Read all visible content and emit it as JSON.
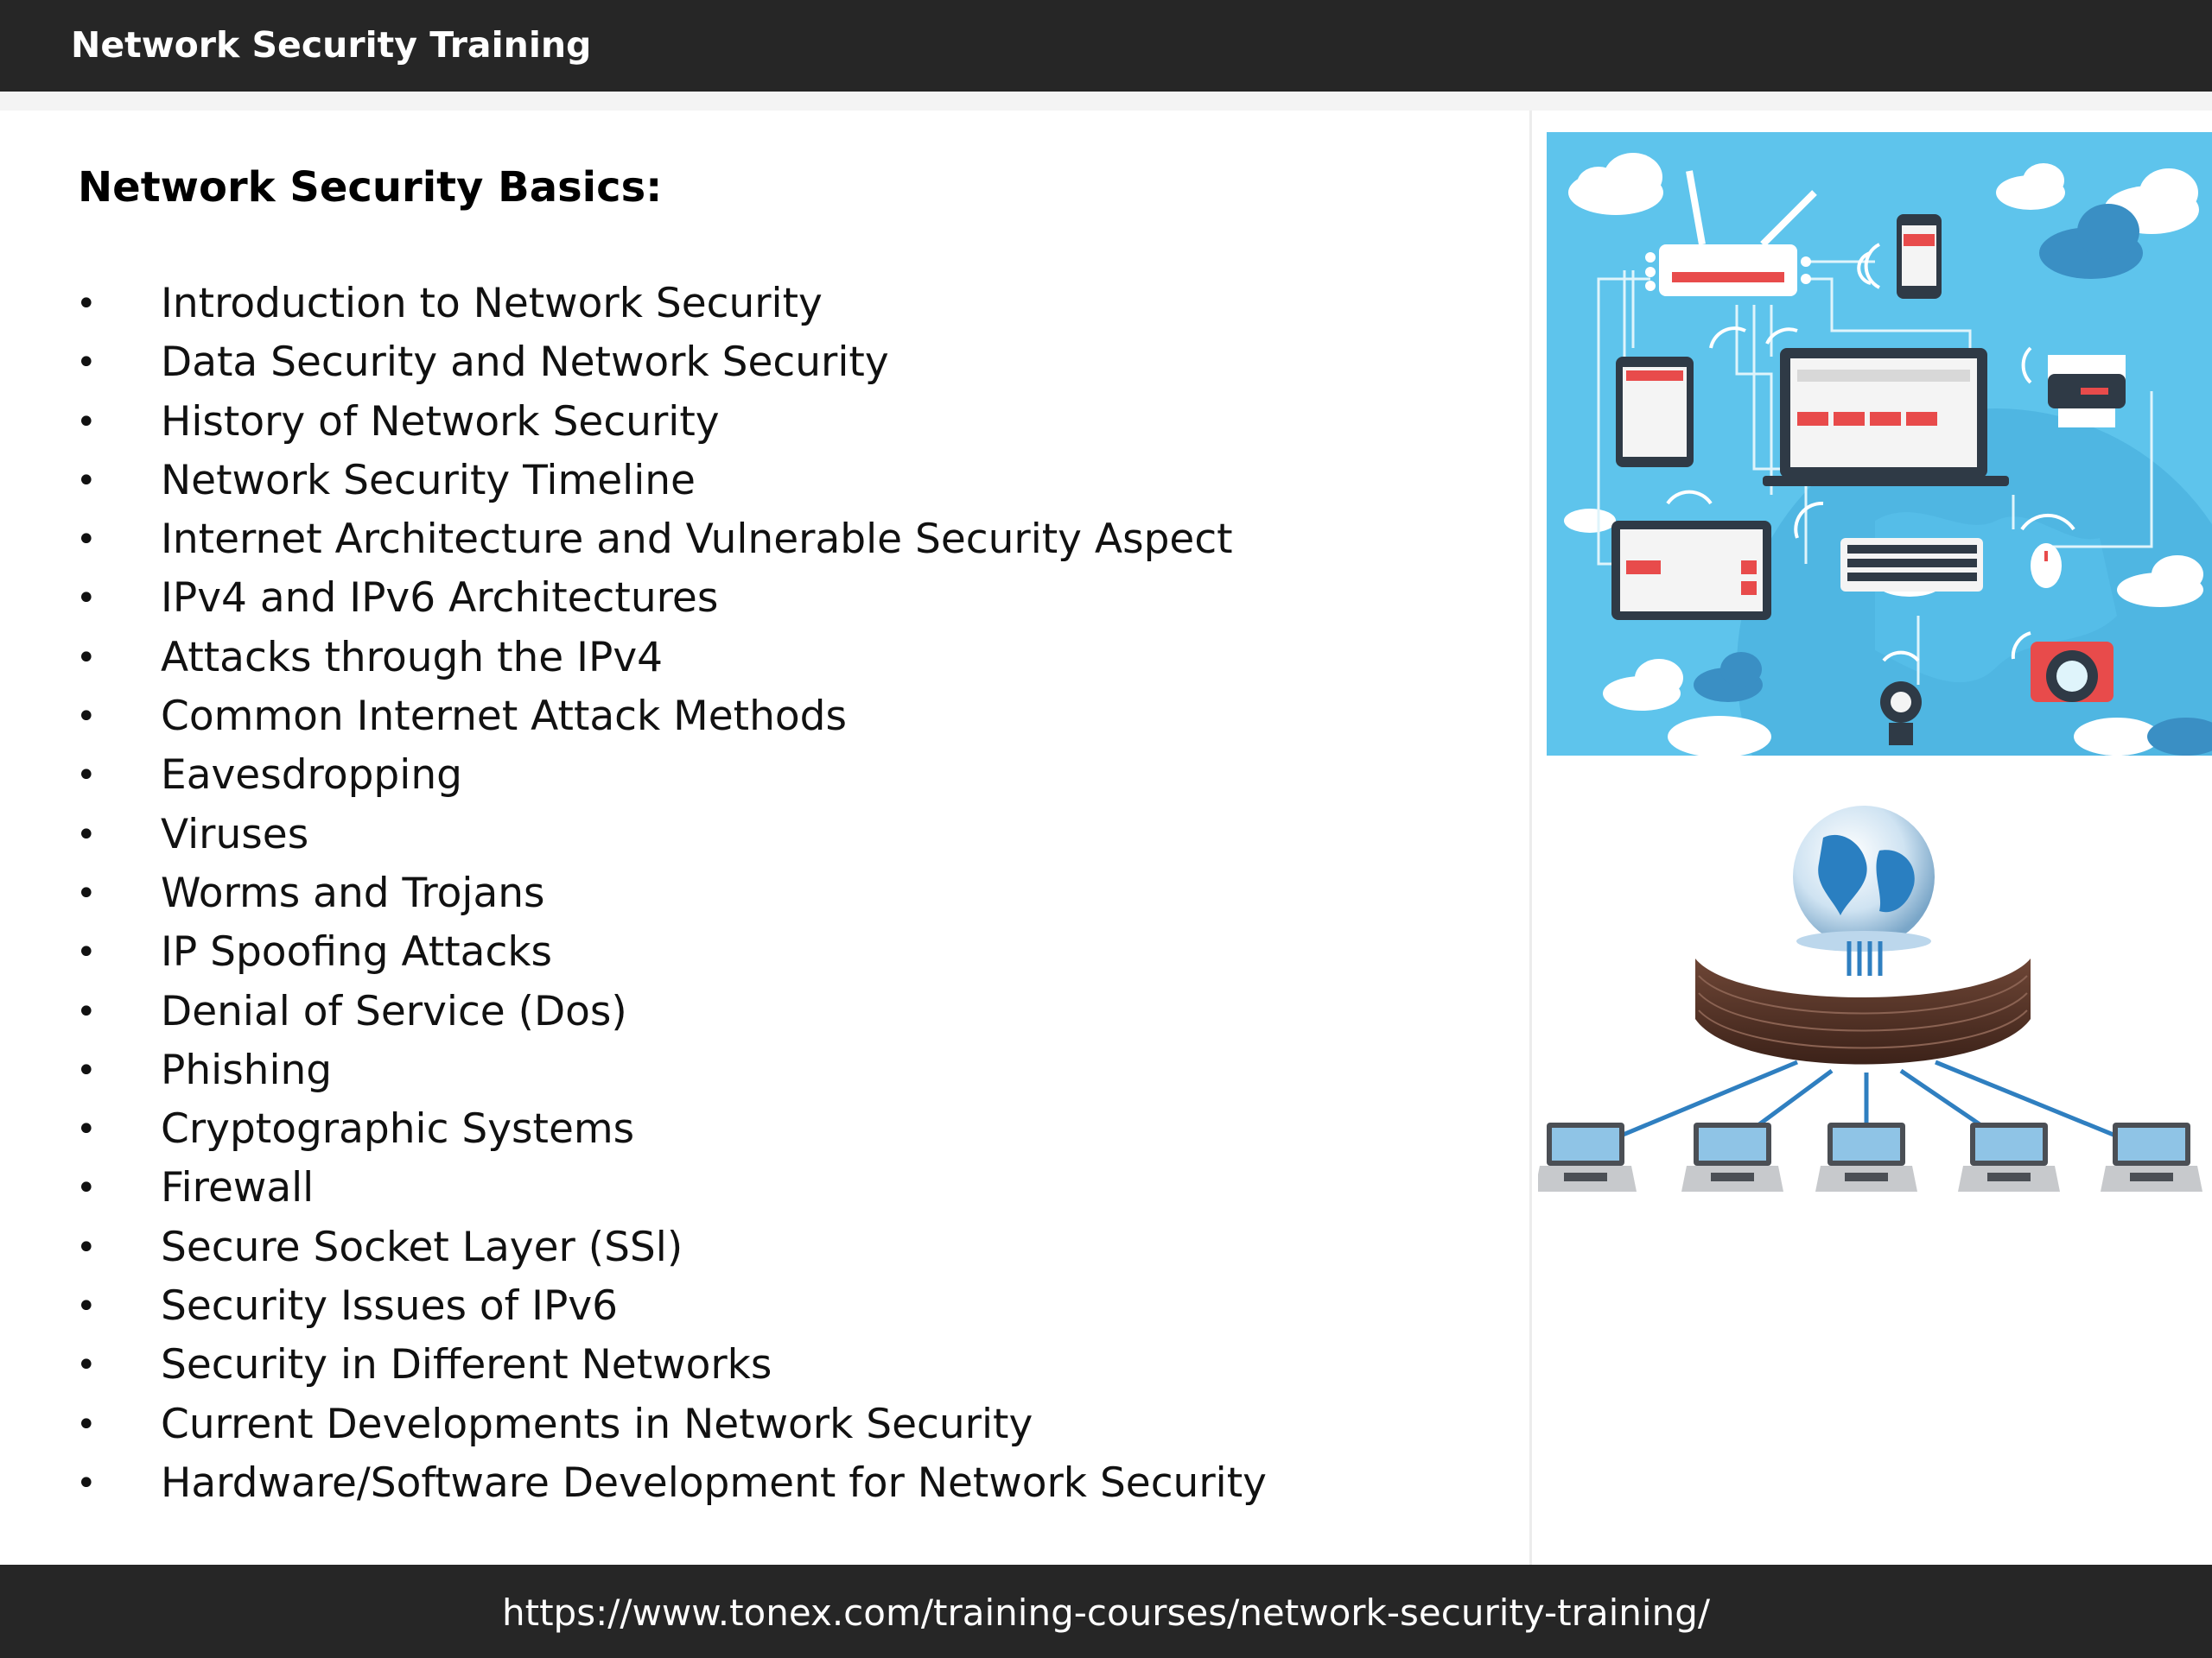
{
  "header": {
    "title": "Network Security Training"
  },
  "main": {
    "heading": "Network Security Basics:",
    "bullet_glyph": "•",
    "topics": [
      "Introduction to Network Security",
      "Data Security and Network Security",
      "History of Network Security",
      "Network Security Timeline",
      "Internet Architecture and Vulnerable Security Aspect",
      "IPv4 and IPv6 Architectures",
      "Attacks through the IPv4",
      "Common Internet Attack Methods",
      "Eavesdropping",
      "Viruses",
      "Worms and Trojans",
      "IP Spoofing Attacks",
      "Denial of Service (Dos)",
      "Phishing",
      "Cryptographic Systems",
      "Firewall",
      "Secure Socket Layer (SSl)",
      "Security Issues of IPv6",
      "Security in Different Networks",
      "Current Developments in Network Security",
      "Hardware/Software Development for Network Security"
    ]
  },
  "illustrations": {
    "top": "connected-devices-illustration",
    "bottom": "firewall-network-illustration"
  },
  "footer": {
    "url": "https://www.tonex.com/training-courses/network-security-training/"
  },
  "colors": {
    "bar_background": "#262626",
    "bar_text": "#ffffff",
    "body_text": "#111111",
    "illustration_sky": "#5ec4ec",
    "accent_red": "#e84b4b"
  }
}
